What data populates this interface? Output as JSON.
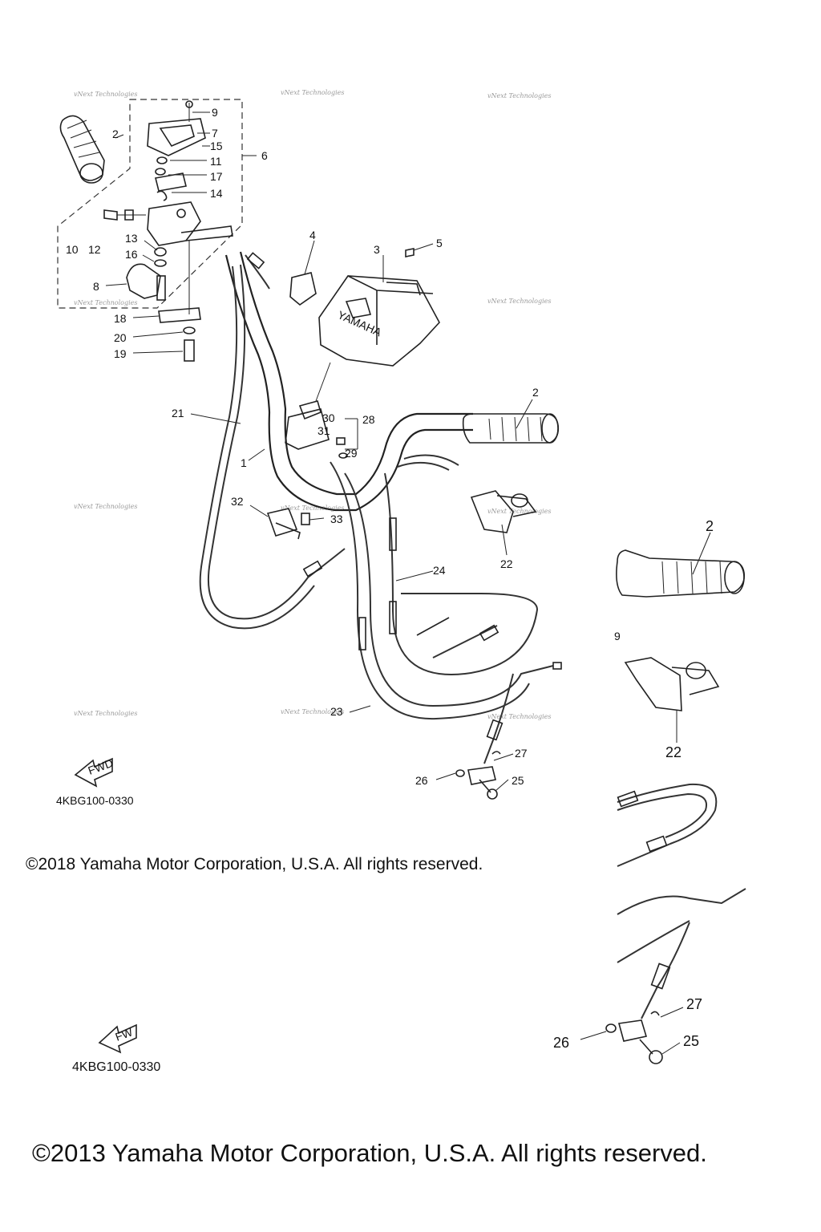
{
  "callouts": {
    "c1": "1",
    "c2": "2",
    "c3": "3",
    "c4": "4",
    "c5": "5",
    "c6": "6",
    "c7": "7",
    "c8": "8",
    "c9": "9",
    "c10": "10",
    "c11": "11",
    "c12": "12",
    "c13": "13",
    "c14": "14",
    "c15": "15",
    "c16": "16",
    "c17": "17",
    "c18": "18",
    "c19": "19",
    "c20": "20",
    "c21": "21",
    "c22": "22",
    "c23": "23",
    "c24": "24",
    "c25": "25",
    "c26": "26",
    "c27": "27",
    "c28": "28",
    "c29": "29",
    "c30": "30",
    "c31": "31",
    "c32": "32",
    "c33": "33",
    "c9_partial": "9"
  },
  "watermark": "vNext Technologies",
  "housing_brand": "YAMAHA",
  "fwd_label": "FWD",
  "fwd_label_partial": "FW",
  "diagram_code": "4KBG100-0330",
  "copyright_2018": "©2018 Yamaha Motor Corporation, U.S.A. All rights reserved.",
  "copyright_2013": "©2013 Yamaha Motor Corporation, U.S.A. All rights reserved."
}
